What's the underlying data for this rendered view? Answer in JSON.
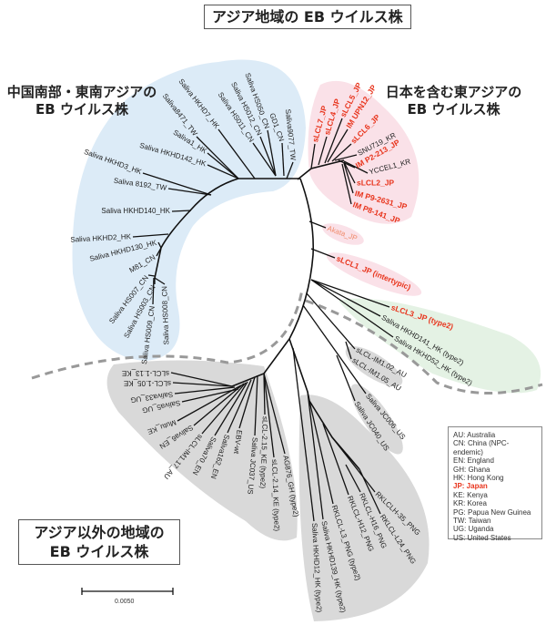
{
  "headings": {
    "title": "アジア地域の EB ウイルス株",
    "south_china_line1": "中国南部・東南アジアの",
    "south_china_line2": "EB ウイルス株",
    "east_asia_line1": "日本を含む東アジアの",
    "east_asia_line2": "EB ウイルス株",
    "non_asia_line1": "アジア以外の地域の",
    "non_asia_line2": "EB ウイルス株"
  },
  "scale_bar": {
    "label": "0.0050"
  },
  "colors": {
    "japan": "#e8341c",
    "akata": "#f08a6a",
    "asia_bubble": "#dcebf7",
    "japan_bubble": "#fae1e8",
    "type2_bubble": "#e4f2e4",
    "other_bubble": "#d9d9d9"
  },
  "leaves": [
    {
      "label": "Saliva HKHD7_HK",
      "group": "asia"
    },
    {
      "label": "Saliva HS050_CN",
      "group": "asia"
    },
    {
      "label": "Saliva HS012_CN",
      "group": "asia"
    },
    {
      "label": "Saliva HS011_CN",
      "group": "asia"
    },
    {
      "label": "GD1_CN",
      "group": "asia"
    },
    {
      "label": "Saliva9077_TW",
      "group": "asia"
    },
    {
      "label": "Saliva8471_TW",
      "group": "asia"
    },
    {
      "label": "Saliva1_HK",
      "group": "asia"
    },
    {
      "label": "Saliva HKHD142_HK",
      "group": "asia"
    },
    {
      "label": "Saliva HKHD3_HK",
      "group": "asia"
    },
    {
      "label": "Saliva 8192_TW",
      "group": "asia"
    },
    {
      "label": "Saliva HKHD140_HK",
      "group": "asia"
    },
    {
      "label": "Saliva HKHD2_HK",
      "group": "asia"
    },
    {
      "label": "Saliva HKHD130_HK",
      "group": "asia"
    },
    {
      "label": "M81_CN",
      "group": "asia"
    },
    {
      "label": "Saliva HS007_CN",
      "group": "asia"
    },
    {
      "label": "Saliva HS003_CN",
      "group": "asia"
    },
    {
      "label": "Saliva HS009_CN",
      "group": "asia"
    },
    {
      "label": "Saliva HS008_CN",
      "group": "asia"
    },
    {
      "label": "sLCL7_JP",
      "group": "jp"
    },
    {
      "label": "sLCL4_JP",
      "group": "jp"
    },
    {
      "label": "sLCL5_JP",
      "group": "jp"
    },
    {
      "label": "IM UPN12_JP",
      "group": "jp"
    },
    {
      "label": "sLCL6_JP",
      "group": "jp"
    },
    {
      "label": "SNU719_KR",
      "group": "east"
    },
    {
      "label": "IM P2-213_JP",
      "group": "jp"
    },
    {
      "label": "YCCEL1_KR",
      "group": "east"
    },
    {
      "label": "sLCL2_JP",
      "group": "jp"
    },
    {
      "label": "IM P9-2631_JP",
      "group": "jp"
    },
    {
      "label": "IM P8-141_JP",
      "group": "jp"
    },
    {
      "label": "Akata_JP",
      "group": "akata"
    },
    {
      "label": "sLCL1_JP (intertypic)",
      "group": "jp"
    },
    {
      "label": "sLCL3_JP (type2)",
      "group": "jp"
    },
    {
      "label": "Saliva HKHD141_HK (type2)",
      "group": "other"
    },
    {
      "label": "Saliva HKHD52_HK (type2)",
      "group": "other"
    },
    {
      "label": "sLCL-IM1.02_AU",
      "group": "other"
    },
    {
      "label": "sLCL-IM1.05_AU",
      "group": "other"
    },
    {
      "label": "Saliva JC006_US",
      "group": "other"
    },
    {
      "label": "Saliva JC040_US",
      "group": "other"
    },
    {
      "label": "Saliva HKHD12_HK (type2)",
      "group": "other"
    },
    {
      "label": "Saliva HKHD139_HK (type2)",
      "group": "other"
    },
    {
      "label": "RKLCL-L3_PNG (type2)",
      "group": "other"
    },
    {
      "label": "RKLCL-H12_PNG",
      "group": "other"
    },
    {
      "label": "RKLCLH-35_PNG",
      "group": "other"
    },
    {
      "label": "RKLCL-H16_PNG",
      "group": "other"
    },
    {
      "label": "RKLCL-L24_PNG",
      "group": "other"
    },
    {
      "label": "sLCL-1.13_KE",
      "group": "other"
    },
    {
      "label": "sLCL-1.05_KE",
      "group": "other"
    },
    {
      "label": "Saliva33_UG",
      "group": "other"
    },
    {
      "label": "Saliva5_UG",
      "group": "other"
    },
    {
      "label": "Mutu_KE",
      "group": "other"
    },
    {
      "label": "Saliva6_EN",
      "group": "other"
    },
    {
      "label": "sLCL-IM1.17_AU",
      "group": "other"
    },
    {
      "label": "Saliva70_EN",
      "group": "other"
    },
    {
      "label": "Saliva162_EN",
      "group": "other"
    },
    {
      "label": "EBV-wt",
      "group": "other"
    },
    {
      "label": "Saliva JC037_US",
      "group": "other"
    },
    {
      "label": "sLCL-2.15_KE (type2)",
      "group": "other"
    },
    {
      "label": "sLCL-2.14_KE (type2)",
      "group": "other"
    },
    {
      "label": "AG876_GH (type2)",
      "group": "other"
    }
  ],
  "legend": [
    {
      "text": "AU: Australia"
    },
    {
      "text": "CN: China (NPC-endemic)"
    },
    {
      "text": "EN: England"
    },
    {
      "text": "GH: Ghana"
    },
    {
      "text": "HK: Hong Kong"
    },
    {
      "text": "JP: Japan",
      "highlight": true
    },
    {
      "text": "KE: Kenya"
    },
    {
      "text": "KR: Korea"
    },
    {
      "text": "PG: Papua New Guinea"
    },
    {
      "text": "TW: Taiwan"
    },
    {
      "text": "UG: Uganda"
    },
    {
      "text": "US: United States"
    }
  ]
}
